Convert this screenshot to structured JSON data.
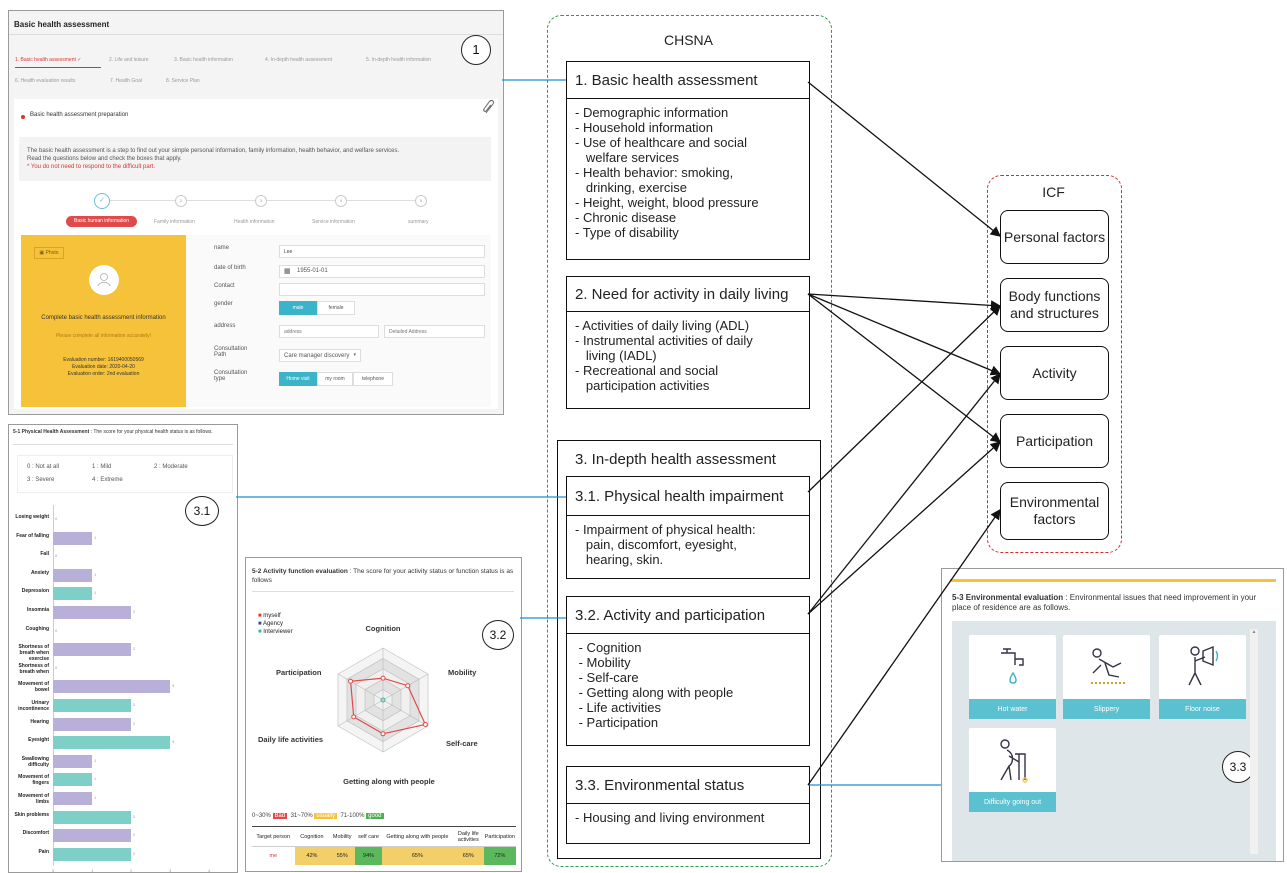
{
  "panel1": {
    "title": "Basic health assessment",
    "tabs": [
      "1. Basic health assessment ✓",
      "2. Life and leisure",
      "3. Basic health information",
      "4. In-depth health assessment",
      "5. In-depth health information",
      "6. Health evaluation results",
      "7. Health Goal",
      "8. Service Plan"
    ],
    "section_title": "Basic health assessment preparation",
    "intro_line1": "The basic health assessment is a step to find out your simple personal information, family information, health behavior, and welfare services.",
    "intro_line2": "Read the questions below and check the boxes that apply.",
    "intro_note": "* You do not need to respond to the difficult part.",
    "steps": [
      "Basic human information",
      "Family information",
      "Health information",
      "Service information",
      "summary"
    ],
    "step_nums": [
      "✓",
      "2",
      "3",
      "4",
      "5"
    ],
    "photo_label": "Photo",
    "card_title": "Complete basic health assessment information",
    "card_sub": "Please complete all information accurately!",
    "eval_number": "Evaluation number: 1619400050569",
    "eval_date": "Evaluation date: 2020-04-20",
    "eval_order": "Evaluation order: 2nd evaluation",
    "form": {
      "name_label": "name",
      "name_value": "Lee",
      "dob_label": "date of birth",
      "dob_value": "1955-01-01",
      "contact_label": "Contact",
      "gender_label": "gender",
      "male": "male",
      "female": "female",
      "address_label": "address",
      "address_ph": "address",
      "detail_ph": "Detailed Address",
      "path_label": "Consultation Path",
      "path_value": "Care manager discovery",
      "type_label": "Consultation type",
      "type_opts": [
        "Home visit",
        "my room",
        "telephone"
      ]
    },
    "marker": "1"
  },
  "panel31": {
    "header_bold": "5-1 Physical Health Assessment",
    "header_rest": " : The score for your physical health status is as follows.",
    "legend": [
      "0 : Not at all",
      "1 : Mild",
      "2 : Moderate",
      "3 : Severe",
      "4 : Extreme"
    ],
    "marker": "3.1"
  },
  "panel32": {
    "header_bold": "5-2 Activity function evaluation",
    "header_rest": " : The score for your activity status or function status is as follows",
    "legend": [
      "myself",
      "Agency",
      "Interviewer"
    ],
    "axes": [
      "Cognition",
      "Mobility",
      "Self-care",
      "Getting along with people",
      "Daily life activities",
      "Participation"
    ],
    "scale": [
      "0~30%",
      "Bad",
      "31~70%",
      "usually",
      "71-100%",
      "good"
    ],
    "table_headers": [
      "Target person",
      "Cognition",
      "Mobility",
      "self care",
      "Getting along with people",
      "Daily life activities",
      "Participation"
    ],
    "table_row": [
      "me",
      "42%",
      "55%",
      "94%",
      "65%",
      "65%",
      "72%"
    ],
    "marker": "3.2"
  },
  "panel33": {
    "header_bold": "5-3 Environmental evaluation",
    "header_rest": " : Environmental issues that need improvement in your place of residence are as follows.",
    "tiles": [
      "Hot water",
      "Slippery",
      "Floor noise",
      "Difficulty going out"
    ],
    "marker": "3.3"
  },
  "chsna": {
    "title": "CHSNA",
    "box1_title": "1. Basic health assessment",
    "box1_items": "- Demographic information\n- Household information\n- Use of healthcare and social\n   welfare services\n- Health behavior: smoking,\n   drinking, exercise\n- Height, weight, blood pressure\n- Chronic disease\n- Type of disability",
    "box2_title": "2. Need for activity in daily living",
    "box2_items": "- Activities of daily living (ADL)\n- Instrumental activities of daily\n   living (IADL)\n- Recreational and social\n   participation activities",
    "box3_title": "3. In-depth health assessment",
    "box31_title": "3.1. Physical health impairment",
    "box31_items": "- Impairment of physical health:\n   pain, discomfort, eyesight,\n   hearing, skin.",
    "box32_title": "3.2. Activity and participation",
    "box32_items": " - Cognition\n - Mobility\n - Self-care\n - Getting along with people\n - Life activities\n - Participation",
    "box33_title": "3.3. Environmental status",
    "box33_items": "- Housing and living environment"
  },
  "icf": {
    "title": "ICF",
    "boxes": [
      "Personal factors",
      "Body functions and structures",
      "Activity",
      "Participation",
      "Environmental factors"
    ]
  },
  "chart_data": {
    "type": "bar",
    "categories": [
      "Losing weight",
      "Fear of falling",
      "Fall",
      "Anxiety",
      "Depression",
      "Insomnia",
      "Coughing",
      "Shortness of breath when exercise",
      "Shortness of breath when",
      "Movement of bowel",
      "Urinary incontinence",
      "Hearing",
      "Eyesight",
      "Swallowing difficulty",
      "Movement of fingers",
      "Movement of limbs",
      "Skin problems",
      "Discomfort",
      "Pain"
    ],
    "values": [
      0,
      1,
      0,
      1,
      1,
      2,
      0,
      2,
      0,
      3,
      2,
      2,
      3,
      1,
      1,
      1,
      2,
      2,
      2
    ],
    "colors": [
      "#b8b0d8",
      "#b8b0d8",
      "#b8b0d8",
      "#b8b0d8",
      "#7ecfc8",
      "#b8b0d8",
      "#b8b0d8",
      "#b8b0d8",
      "#b8b0d8",
      "#b8b0d8",
      "#7ecfc8",
      "#b8b0d8",
      "#7ecfc8",
      "#b8b0d8",
      "#7ecfc8",
      "#b8b0d8",
      "#7ecfc8",
      "#b8b0d8",
      "#7ecfc8"
    ],
    "xlim": [
      0,
      4
    ],
    "xticks": [
      "0",
      "1",
      "2",
      "3",
      "4"
    ],
    "radar": {
      "axes": [
        "Cognition",
        "Mobility",
        "Self-care",
        "Getting along with people",
        "Daily life activities",
        "Participation"
      ],
      "myself": [
        0.42,
        0.55,
        0.94,
        0.65,
        0.65,
        0.72
      ]
    }
  }
}
